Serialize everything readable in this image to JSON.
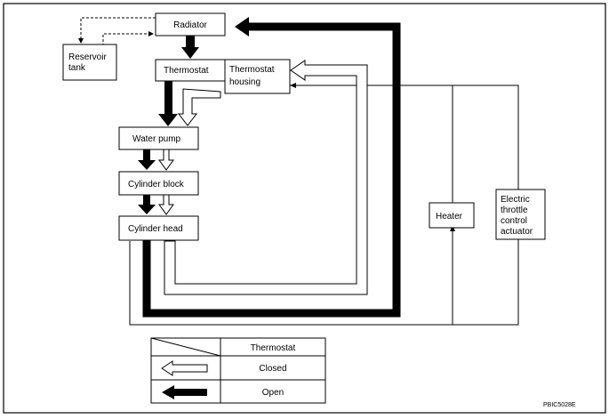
{
  "components": {
    "radiator": "Radiator",
    "reservoir_tank": [
      "Reservoir",
      "tank"
    ],
    "thermostat": "Thermostat",
    "thermostat_housing": [
      "Thermostat",
      "housing"
    ],
    "water_pump": "Water pump",
    "cylinder_block": "Cylinder block",
    "cylinder_head": "Cylinder head",
    "heater": "Heater",
    "electric_throttle_control_actuator": [
      "Electric",
      "throttle",
      "control",
      "actuator"
    ]
  },
  "legend": {
    "header": "Thermostat",
    "rows": [
      {
        "arrow": "hollow-arrow-icon",
        "label": "Closed"
      },
      {
        "arrow": "solid-arrow-icon",
        "label": "Open"
      }
    ]
  },
  "figure_code": "PBIC5028E"
}
